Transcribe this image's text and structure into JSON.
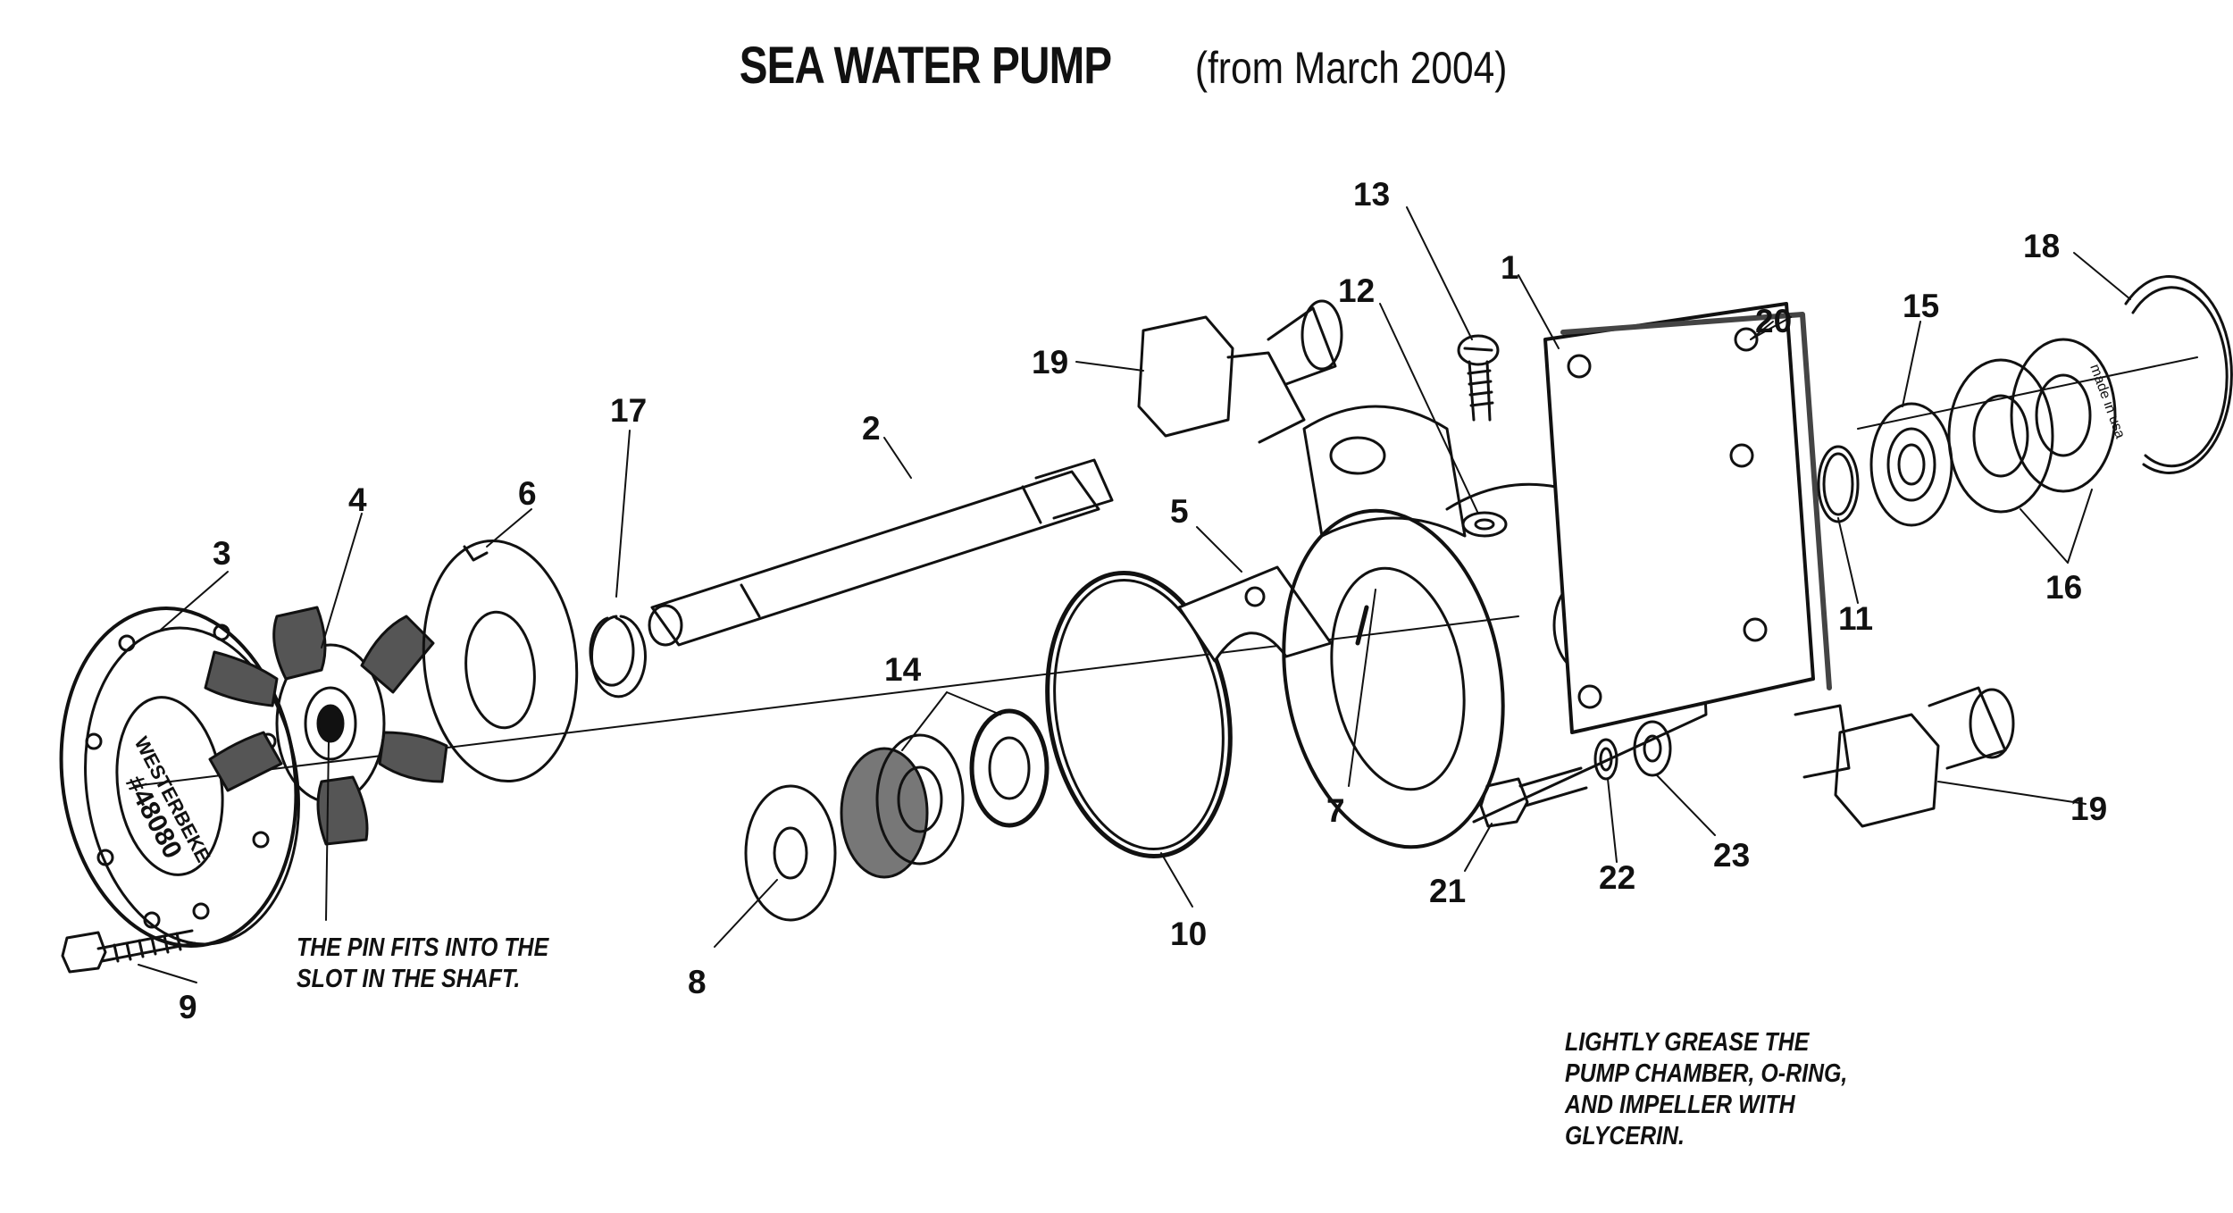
{
  "title": {
    "main": "SEA WATER PUMP",
    "sub": "(from March 2004)"
  },
  "notes": {
    "pin_line1": "THE PIN FITS INTO THE",
    "pin_line2": "SLOT IN THE SHAFT.",
    "grease_line1": "LIGHTLY GREASE THE",
    "grease_line2": "PUMP CHAMBER, O-RING,",
    "grease_line3": "AND IMPELLER WITH",
    "grease_line4": "GLYCERIN."
  },
  "cover_stamp": {
    "line1": "WESTERBEKE",
    "line2": "#48080"
  },
  "bearing_stamp": "made in usa",
  "callouts": [
    "1",
    "2",
    "3",
    "4",
    "5",
    "6",
    "7",
    "8",
    "9",
    "10",
    "11",
    "12",
    "13",
    "14",
    "15",
    "16",
    "17",
    "18",
    "19",
    "19",
    "20",
    "21",
    "22",
    "23"
  ]
}
